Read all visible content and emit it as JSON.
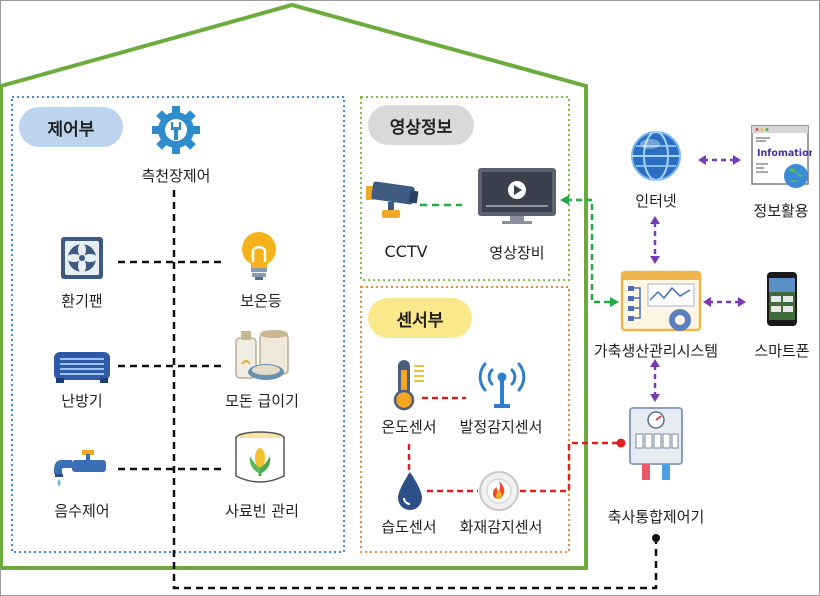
{
  "sections": {
    "control": "제어부",
    "video": "영상정보",
    "sensor": "센서부"
  },
  "control": {
    "main": "측천장제어",
    "fan": "환기팬",
    "lamp": "보온등",
    "heater": "난방기",
    "feeder": "모돈 급이기",
    "water": "음수제어",
    "feedbin": "사료빈 관리"
  },
  "video": {
    "cctv": "CCTV",
    "equipment": "영상장비"
  },
  "sensor": {
    "temp": "온도센서",
    "heat": "발정감지센서",
    "humidity": "습도센서",
    "fire": "화재감지센서"
  },
  "right": {
    "internet": "인터넷",
    "info_use": "정보활용",
    "info_tag": "Infomation",
    "system": "가축생산관리시스템",
    "smartphone": "스마트폰",
    "controller": "축사통합제어기"
  },
  "colors": {
    "house": "#6cab3c",
    "control_border": "#3a8fd8",
    "video_border": "#7fc243",
    "sensor_border": "#f08a3c",
    "control_pill": "#bcd4ee",
    "video_pill": "#d9d9d9",
    "sensor_pill": "#fbe88a",
    "green_link": "#22aa44",
    "red_link": "#e02020",
    "purple_link": "#7a3ab8"
  }
}
